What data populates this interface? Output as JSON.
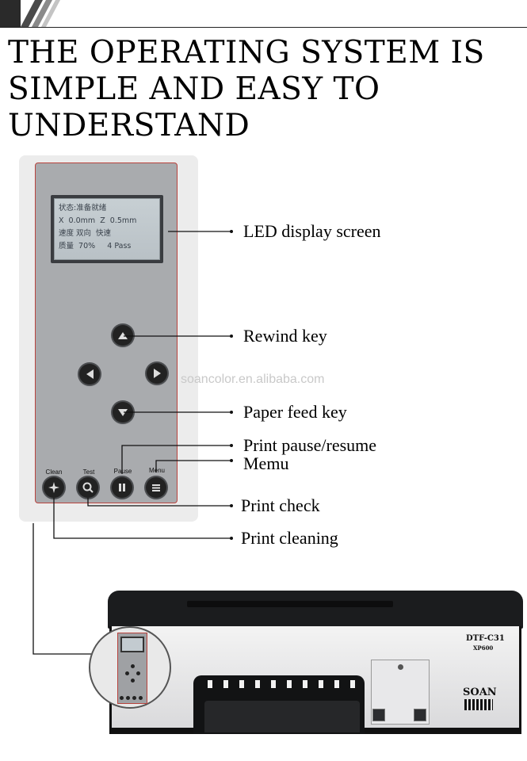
{
  "headline": {
    "line1": "THE OPERATING SYSTEM IS",
    "line2": "SIMPLE AND EASY TO",
    "line3": "UNDERSTAND"
  },
  "lcd": {
    "line1": "状态:准备就绪",
    "line2": "X  0.0mm  Z  0.5mm",
    "line3": "速度 双向  快速",
    "line4": "质量  70%     4 Pass"
  },
  "keys": {
    "clean": "Clean",
    "test": "Test",
    "pause": "Pause",
    "menu": "Menu"
  },
  "callouts": {
    "led": "LED display screen",
    "rewind": "Rewind key",
    "paper_feed": "Paper feed key",
    "pause_resume": "Print pause/resume",
    "menu": "Memu",
    "check": "Print check",
    "cleaning": "Print cleaning"
  },
  "watermark": "soancolor.en.alibaba.com",
  "printer": {
    "model": "DTF-C31",
    "head": "XP600",
    "brand": "SOAN"
  },
  "colors": {
    "panel_border": "#b8433e",
    "panel_face": "#a9abae",
    "printer_black": "#1b1c1e"
  }
}
